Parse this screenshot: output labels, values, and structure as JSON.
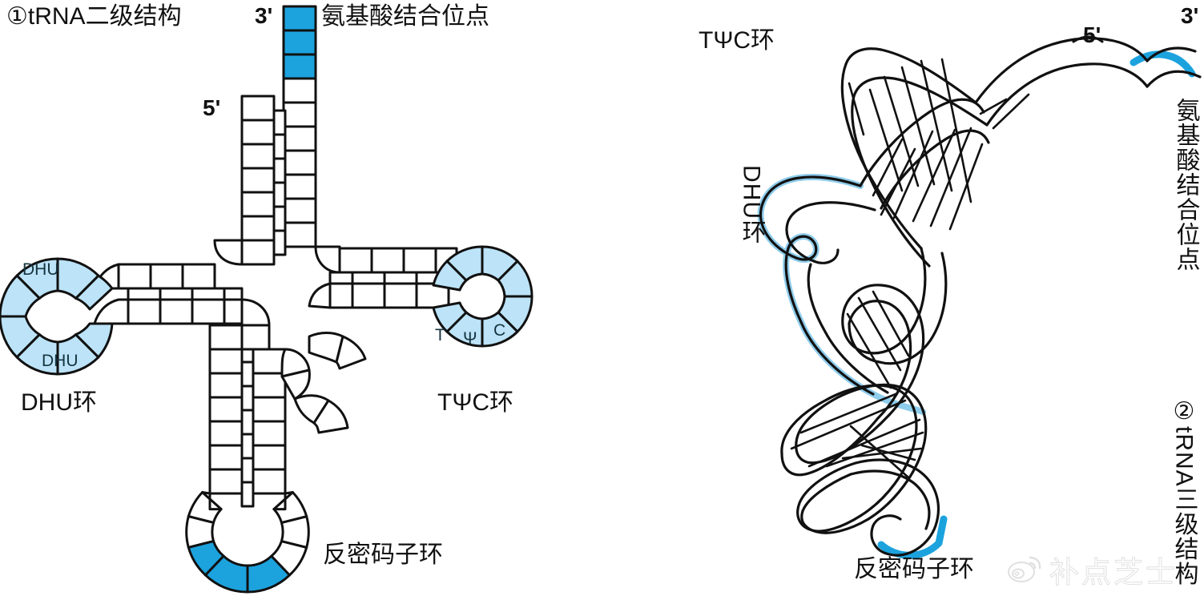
{
  "figure": {
    "background": "#ffffff",
    "colors": {
      "stroke": "#111111",
      "bright_blue": "#1CA3DE",
      "light_blue": "#BCE3F8",
      "mid_blue": "#8FCDEC",
      "text": "#111111",
      "label_ink": "#16343f",
      "watermark": "#9a9a9a"
    }
  },
  "panel_secondary": {
    "title": "①tRNA二级结构",
    "prime_3": "3'",
    "prime_5": "5'",
    "acceptor_site_label": "氨基酸结合位点",
    "dhu_loop_label": "DHU环",
    "dhu_segment_labels": [
      "DHU",
      "DHU"
    ],
    "tpsic_loop_label": "TΨC环",
    "tpsic_segment_labels": [
      "T",
      "Ψ",
      "C"
    ],
    "anticodon_loop_label": "反密码子环",
    "acceptor_stem": {
      "blue_cells": 3,
      "white_cells_3prime": 2,
      "left_column_cells": 7,
      "right_column_cells": 7,
      "rung_cells": 6
    },
    "dhu_loop": {
      "segments": 8,
      "fill": "light_blue"
    },
    "tpsic_loop": {
      "segments": 7,
      "fill": "light_blue"
    },
    "anticodon_loop": {
      "segments": 7,
      "blue_segments": 3
    }
  },
  "panel_tertiary": {
    "title": "②tRNA三级结构",
    "title_latin_part": "tRNA",
    "title_prefix": "②",
    "title_suffix": "三级结构",
    "prime_5": "5'",
    "prime_3": "3'",
    "acceptor_site_label": "氨基酸结合位点",
    "tpsic_loop_label": "TΨC环",
    "dhu_loop_label": "DHU环",
    "dhu_loop_latin": "DHU",
    "dhu_loop_suffix": "环",
    "anticodon_loop_label": "反密码子环"
  },
  "watermark": {
    "icon": "weibo-logo-icon",
    "text": "补点芝士"
  }
}
